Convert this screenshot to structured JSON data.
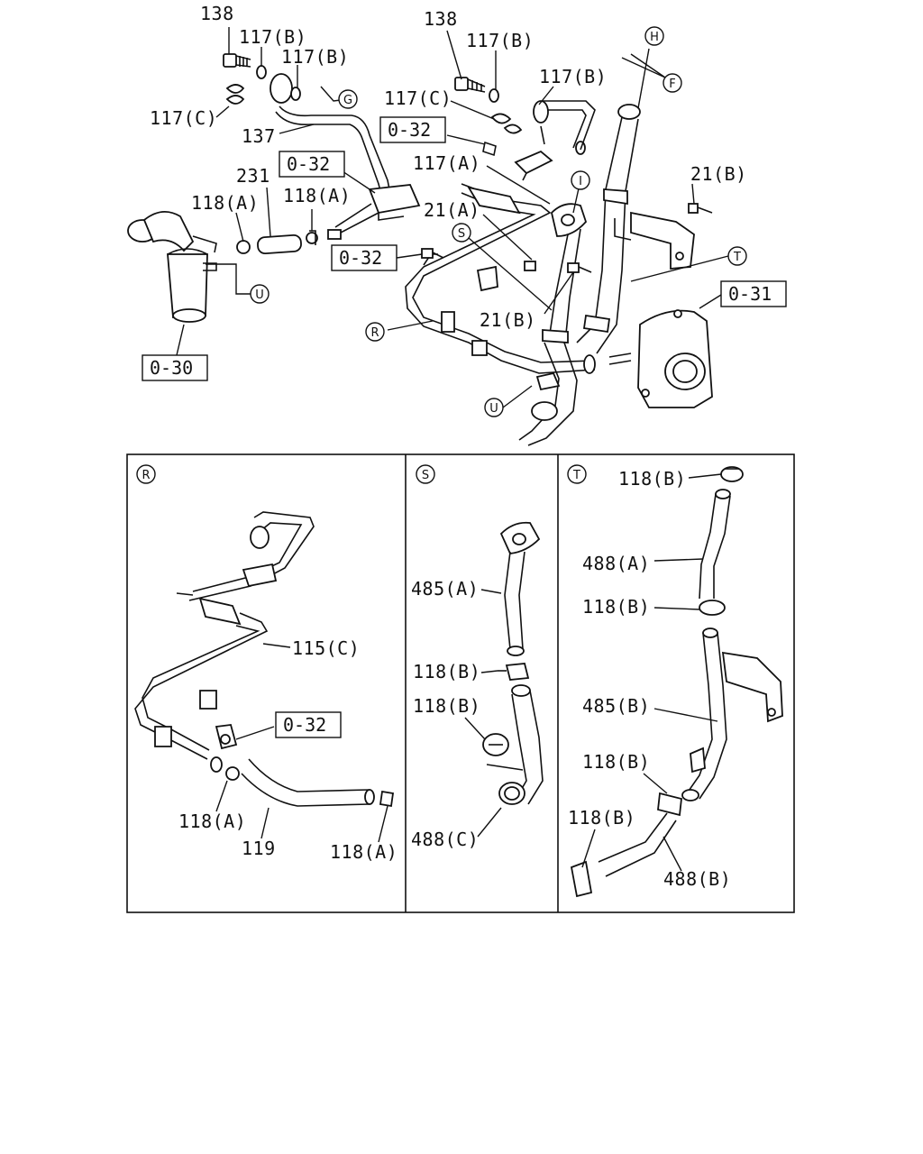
{
  "main": {
    "part_labels": [
      "138",
      "117(B)",
      "117(B)",
      "117(C)",
      "137",
      "138",
      "117(B)",
      "117(C)",
      "117(B)",
      "231",
      "118(A)",
      "118(A)",
      "117(A)",
      "21(A)",
      "21(B)",
      "21(B)"
    ],
    "ref_boxes": [
      "0-32",
      "0-32",
      "0-32",
      "0-31",
      "0-30"
    ],
    "circle_markers": [
      "G",
      "H",
      "F",
      "I",
      "S",
      "T",
      "R",
      "U",
      "U"
    ]
  },
  "panel_r": {
    "marker": "R",
    "labels": [
      "115(C)",
      "118(A)",
      "119",
      "118(A)"
    ],
    "ref_box": "0-32"
  },
  "panel_s": {
    "marker": "S",
    "labels": [
      "485(A)",
      "118(B)",
      "118(B)",
      "488(C)"
    ]
  },
  "panel_t": {
    "marker": "T",
    "labels": [
      "118(B)",
      "488(A)",
      "118(B)",
      "485(B)",
      "118(B)",
      "118(B)",
      "488(B)"
    ]
  }
}
